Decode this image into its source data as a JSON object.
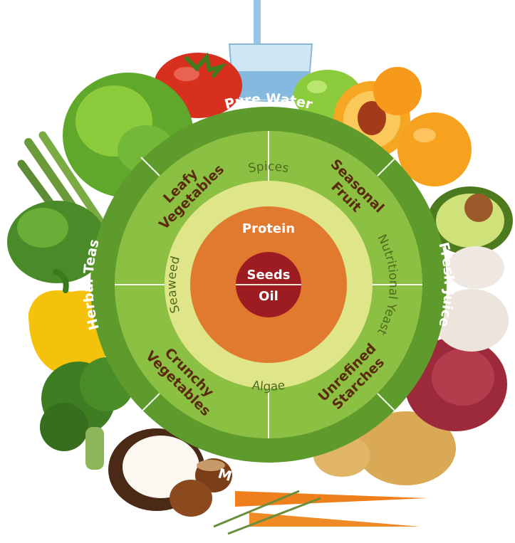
{
  "outer_ring": {
    "top": "Pure Water",
    "right": "Fresh Juice",
    "bottom": "Mineral Broth",
    "left": "Herbal Teas"
  },
  "middle_ring": {
    "top_left": [
      "Leafy",
      "Vegetables"
    ],
    "top_right": [
      "Seasonal",
      "Fruit"
    ],
    "bottom_right": [
      "Unrefined",
      "Starches"
    ],
    "bottom_left": [
      "Crunchy",
      "Vegetables"
    ]
  },
  "inner_ring": {
    "top": "Spices",
    "right": "Nutritional Yeast",
    "bottom": "Algae",
    "left": "Seaweed"
  },
  "core": {
    "label": "Protein",
    "center_top": "Seeds",
    "center_bottom": "Oil"
  },
  "colors": {
    "outer_ring": "#5e9a2c",
    "middle_ring": "#8cc043",
    "inner_ring": "#dfe68a",
    "core": "#e07a2e",
    "center": "#9c1c22",
    "divider": "#f2f6e6"
  },
  "food_icons": [
    "water-glass",
    "tomato",
    "apple",
    "peach",
    "apricot",
    "avocado",
    "lettuce",
    "asparagus",
    "spinach",
    "bell-pepper",
    "broccoli",
    "coconut",
    "hazelnut",
    "carrot",
    "potato",
    "onion",
    "garlic",
    "thyme"
  ]
}
